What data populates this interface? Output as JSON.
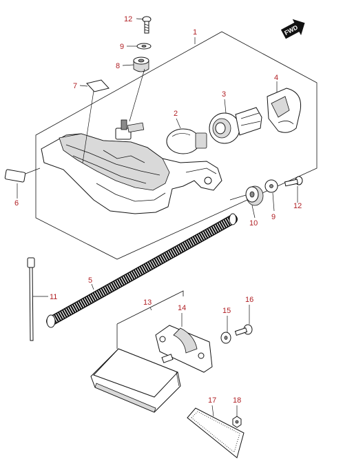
{
  "diagram": {
    "fwd_arrow": {
      "label": "FWD"
    },
    "callouts": [
      {
        "id": "c1",
        "label": "1"
      },
      {
        "id": "c2",
        "label": "2"
      },
      {
        "id": "c3",
        "label": "3"
      },
      {
        "id": "c4",
        "label": "4"
      },
      {
        "id": "c5",
        "label": "5"
      },
      {
        "id": "c6",
        "label": "6"
      },
      {
        "id": "c7",
        "label": "7"
      },
      {
        "id": "c8",
        "label": "8"
      },
      {
        "id": "c9a",
        "label": "9"
      },
      {
        "id": "c9b",
        "label": "9"
      },
      {
        "id": "c10",
        "label": "10"
      },
      {
        "id": "c11",
        "label": "11"
      },
      {
        "id": "c12a",
        "label": "12"
      },
      {
        "id": "c12b",
        "label": "12"
      },
      {
        "id": "c13",
        "label": "13"
      },
      {
        "id": "c14",
        "label": "14"
      },
      {
        "id": "c15",
        "label": "15"
      },
      {
        "id": "c16",
        "label": "16"
      },
      {
        "id": "c17",
        "label": "17"
      },
      {
        "id": "c18",
        "label": "18"
      }
    ],
    "colors": {
      "callout": "#b01e23",
      "line": "#111111",
      "shade": "#d9d9d9"
    }
  }
}
